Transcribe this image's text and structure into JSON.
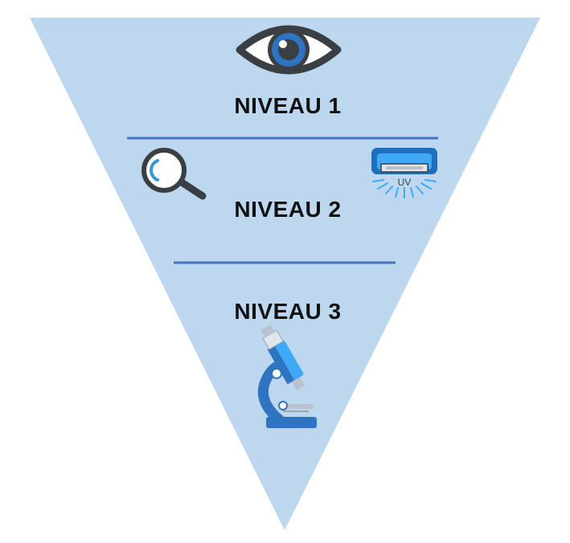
{
  "levels": [
    {
      "label": "NIVEAU 1",
      "icons": [
        "eye-icon"
      ]
    },
    {
      "label": "NIVEAU 2",
      "icons": [
        "magnifier-icon",
        "uv-lamp-icon"
      ]
    },
    {
      "label": "NIVEAU 3",
      "icons": [
        "microscope-icon"
      ]
    }
  ],
  "uv_lamp_text": "UV",
  "colors": {
    "triangle_fill": "#bdd7ee",
    "divider": "#4472c4",
    "label": "#111111",
    "icon_blue": "#2f74c0",
    "icon_dark": "#3a3f44"
  }
}
